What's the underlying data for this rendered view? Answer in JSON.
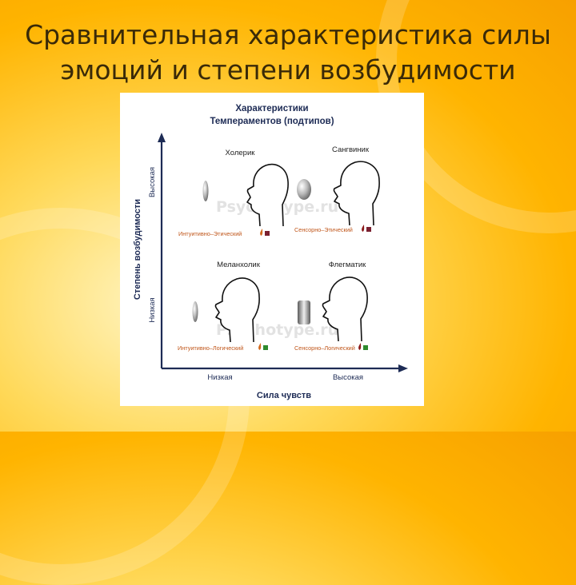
{
  "slide": {
    "title_line1": "Сравнительная характеристика силы",
    "title_line2": "эмоций и степени возбудимости"
  },
  "diagram": {
    "heading_line1": "Характеристики",
    "heading_line2": "Темпераментов (подтипов)",
    "y_axis_title": "Степень возбудимости",
    "y_high": "Высокая",
    "y_low": "Низкая",
    "x_axis_title": "Сила чувств",
    "x_low": "Низкая",
    "x_high": "Высокая",
    "watermark": "Psychotype.ru",
    "quadrants": [
      {
        "name": "Холерик",
        "subtype": "Интуитивно–Этический",
        "marker_color": "#d2691e",
        "square_color": "#7a2030"
      },
      {
        "name": "Сангвиник",
        "subtype": "Сенсорно–Этический",
        "marker_color": "#8b1a1a",
        "square_color": "#7a2030"
      },
      {
        "name": "Меланхолик",
        "subtype": "Интуитивно–Логический",
        "marker_color": "#d2691e",
        "square_color": "#2e8b2e"
      },
      {
        "name": "Флегматик",
        "subtype": "Сенсорно–Логический",
        "marker_color": "#8b1a1a",
        "square_color": "#2e8b2e"
      }
    ],
    "colors": {
      "axis": "#1d2b55",
      "accent": "#ffb400"
    }
  }
}
